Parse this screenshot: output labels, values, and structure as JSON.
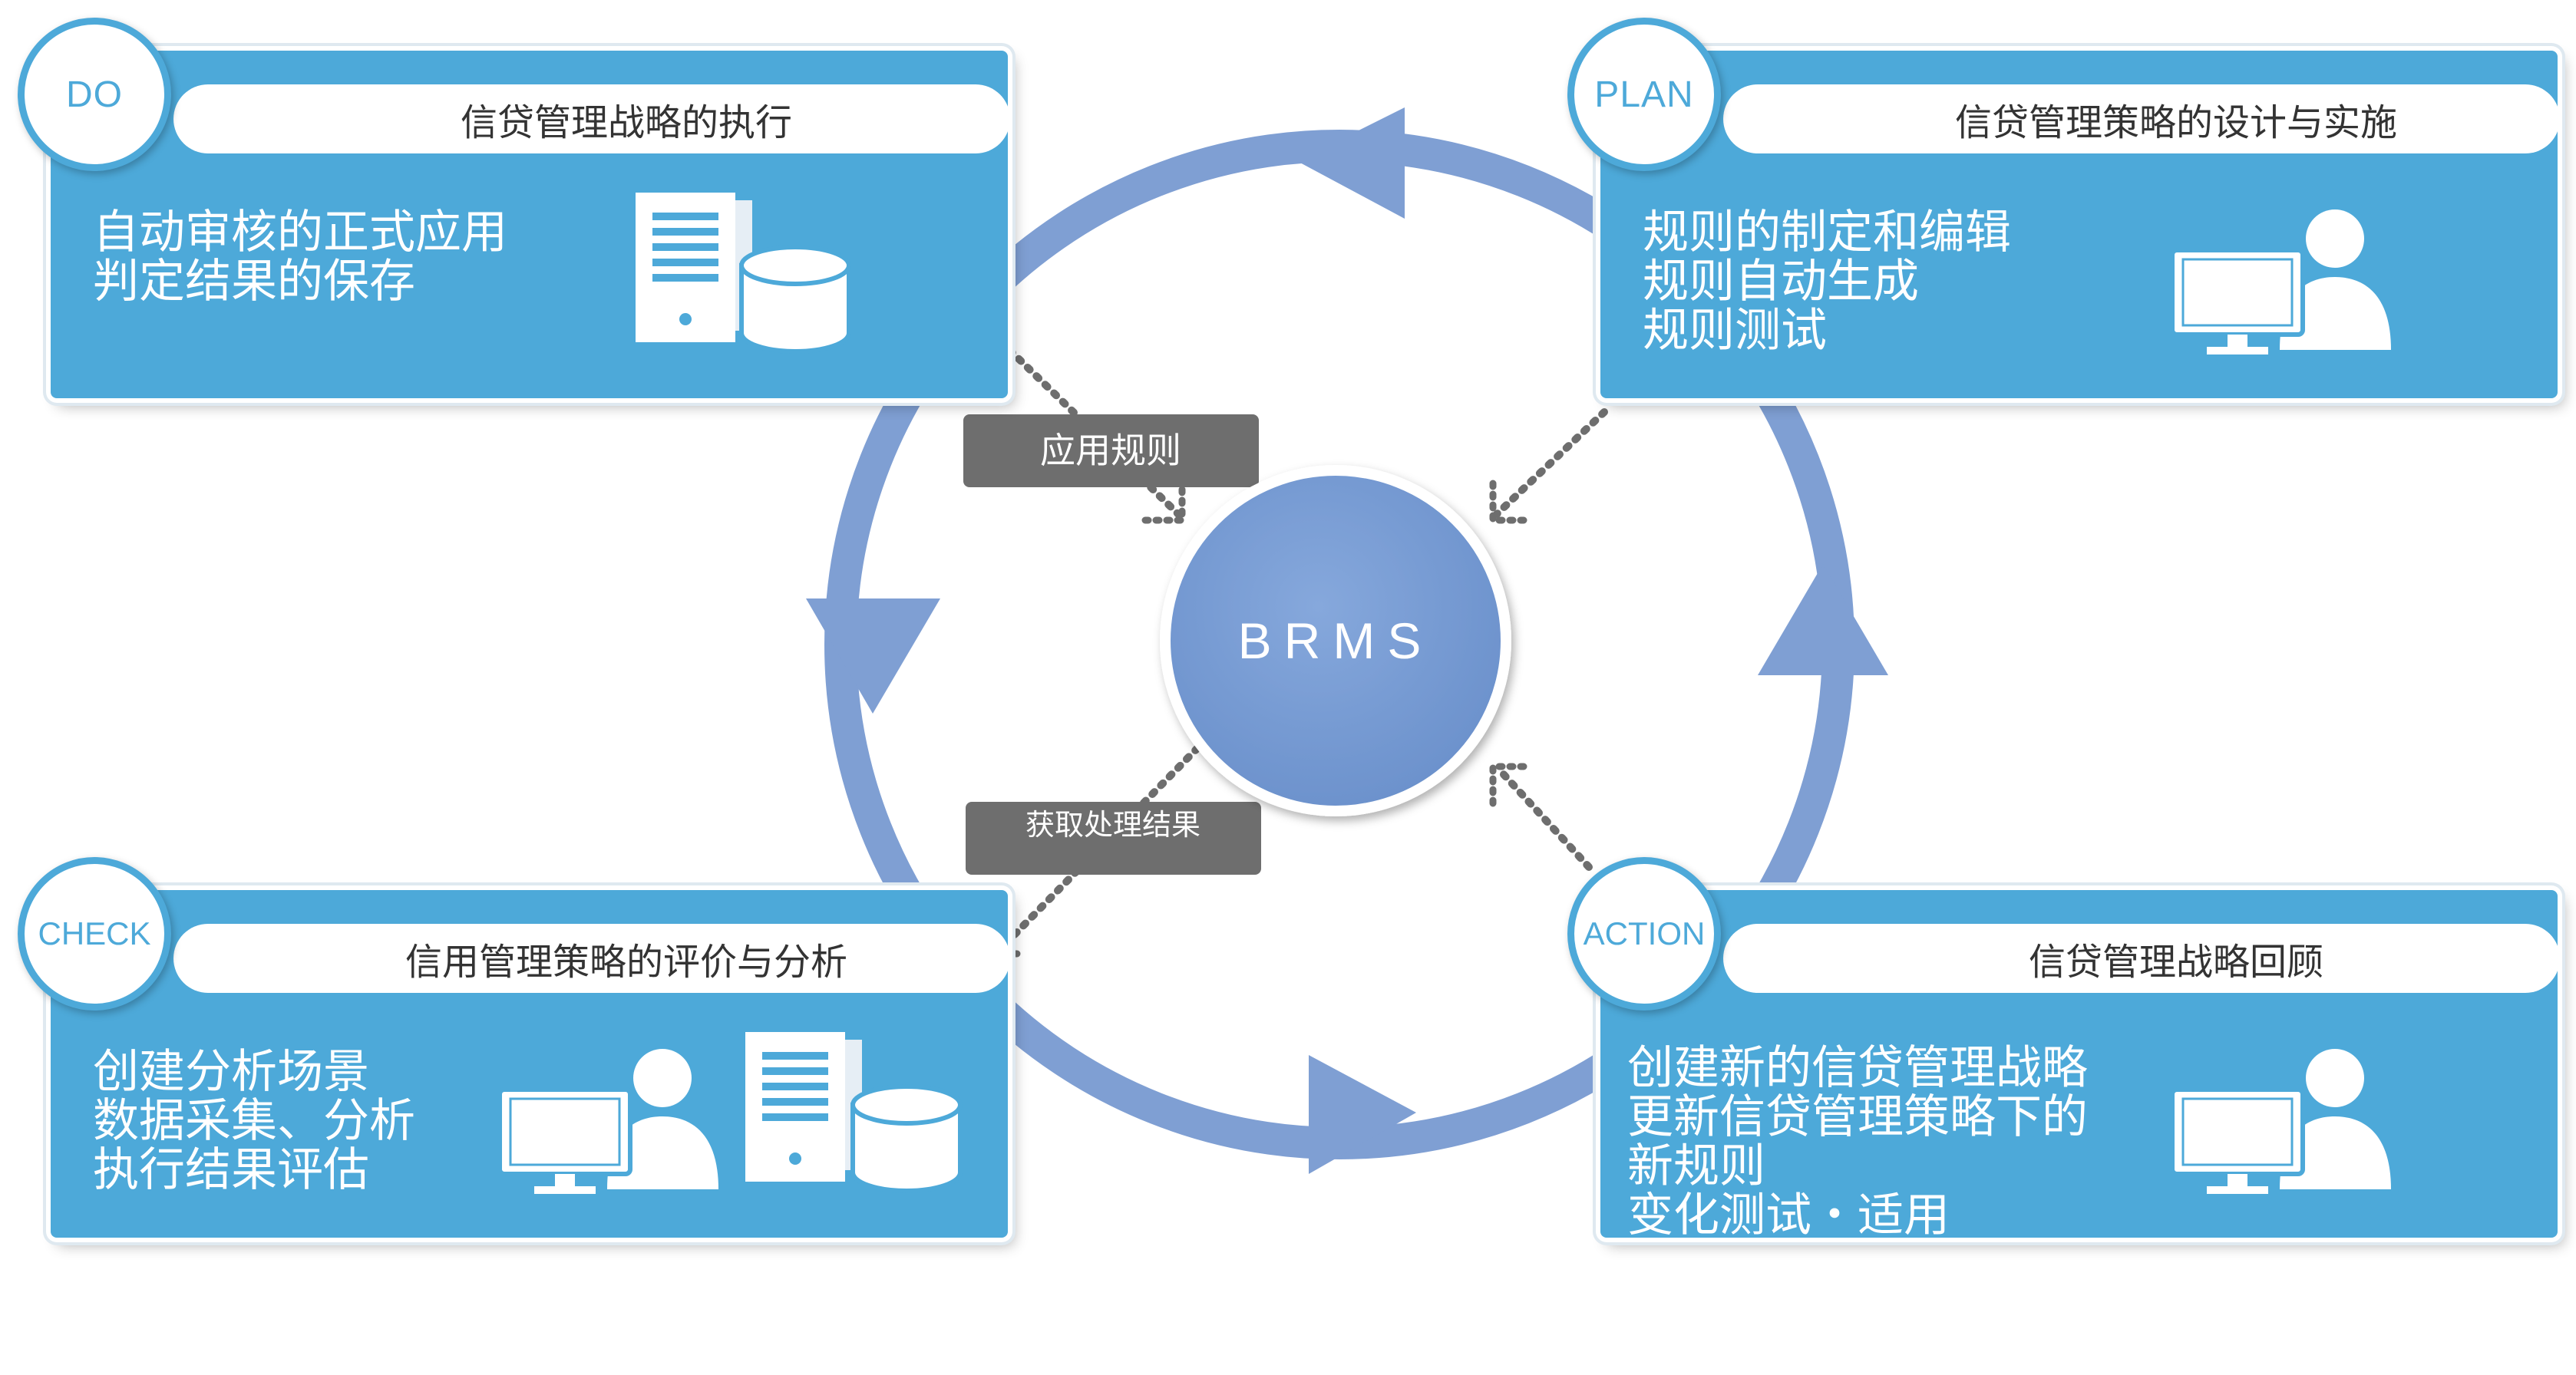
{
  "center": {
    "label": "BRMS"
  },
  "connectors": {
    "apply_rules": "应用规则",
    "get_results": "获取处理结果"
  },
  "colors": {
    "panel_blue": "#4da9d9",
    "cycle_ring": "#7f9fd3",
    "center_fill": "#7097d0",
    "tag_gray": "#6e6e6e"
  },
  "panels": {
    "do": {
      "badge": "DO",
      "title": "信贷管理战略的执行",
      "items": [
        "自动审核的正式应用",
        "判定结果的保存"
      ],
      "icons": [
        "server-icon",
        "database-icon"
      ]
    },
    "plan": {
      "badge": "PLAN",
      "title": "信贷管理策略的设计与实施",
      "items": [
        "规则的制定和编辑",
        "规则自动生成",
        "规则测试"
      ],
      "icons": [
        "user-at-computer-icon"
      ]
    },
    "check": {
      "badge": "CHECK",
      "title": "信用管理策略的评价与分析",
      "items": [
        "创建分析场景",
        "数据采集、分析",
        "执行结果评估"
      ],
      "icons": [
        "user-at-computer-icon",
        "server-icon",
        "database-icon"
      ]
    },
    "action": {
      "badge": "ACTION",
      "title": "信贷管理战略回顾",
      "items": [
        "创建新的信贷管理战略",
        "更新信贷管理策略下的",
        "新规则",
        "变化测试・适用"
      ],
      "icons": [
        "user-at-computer-icon"
      ]
    }
  }
}
